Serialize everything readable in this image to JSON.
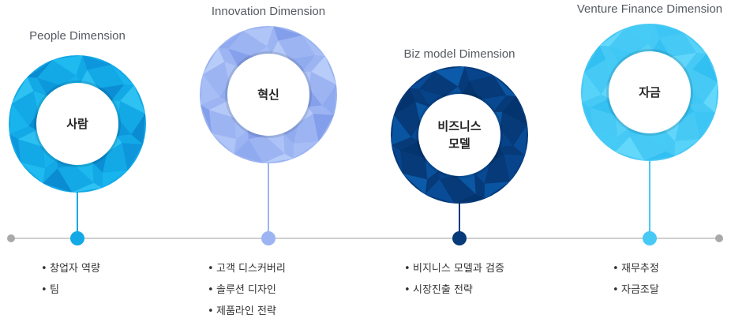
{
  "dimensions": [
    {
      "label": "People Dimension",
      "center_lines": [
        "사람"
      ],
      "items": [
        "창업자 역량",
        "팀"
      ],
      "color": "#12a9e6",
      "facet_colors": [
        "#0d93d8",
        "#1ab6ee",
        "#34c7f5",
        "#0a86cc",
        "#22bdf0"
      ]
    },
    {
      "label": "Innovation Dimension",
      "center_lines": [
        "혁신"
      ],
      "items": [
        "고객 디스커버리",
        "솔루션 디자인",
        "제품라인 전략"
      ],
      "color": "#9db4f2",
      "facet_colors": [
        "#7f9ae9",
        "#a8c0f6",
        "#bcd0fa",
        "#8ea8ee",
        "#b3c8f8"
      ]
    },
    {
      "label": "Biz model Dimension",
      "center_lines": [
        "비즈니스",
        "모델"
      ],
      "items": [
        "비지니스 모델과 검증",
        "시장진출 전략"
      ],
      "color": "#063a78",
      "facet_colors": [
        "#08478f",
        "#0b5aa8",
        "#05346c",
        "#0a4f9b",
        "#0d62b3"
      ]
    },
    {
      "label": "Venture Finance Dimension",
      "center_lines": [
        "자금"
      ],
      "items": [
        "재무추정",
        "자금조달"
      ],
      "color": "#47c9f5",
      "facet_colors": [
        "#3cc6f4",
        "#5ad3f8",
        "#2fbdf0",
        "#69dafb",
        "#45cbf6"
      ]
    }
  ],
  "timeline": {
    "line_color": "#cfcfcf",
    "endpoint_color": "#a9a9a9"
  },
  "bullet_glyph": "•"
}
